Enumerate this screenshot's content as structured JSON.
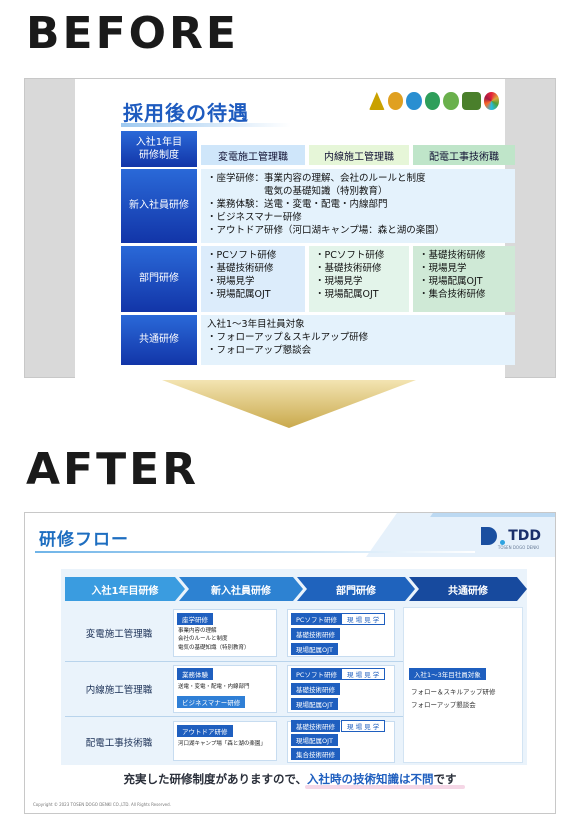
{
  "headings": {
    "before": "BEFORE",
    "after": "AFTER"
  },
  "before": {
    "title": "採用後の待遇",
    "corner_label": [
      "入社1年目",
      "研修制度"
    ],
    "columns": [
      "変電施工管理職",
      "内線施工管理職",
      "配電工事技術職"
    ],
    "rows": {
      "new_hire": {
        "label": "新入社員研修",
        "lines": [
          "・座学研修：事業内容の理解、会社のルールと制度",
          "　　　　　　電気の基礎知識（特別教育）",
          "・業務体験：送電・変電・配電・内線部門",
          "・ビジネスマナー研修",
          "・アウトドア研修（河口湖キャンプ場：森と湖の楽園）"
        ]
      },
      "dept": {
        "label": "部門研修",
        "col1": [
          "・PCソフト研修",
          "・基礎技術研修",
          "・現場見学",
          "・現場配属OJT"
        ],
        "col2": [
          "・PCソフト研修",
          "・基礎技術研修",
          "・現場見学",
          "・現場配属OJT"
        ],
        "col3": [
          "・基礎技術研修",
          "・現場見学",
          "・現場配属OJT",
          "・集合技術研修"
        ]
      },
      "common": {
        "label": "共通研修",
        "lines": [
          "入社1～3年目社員対象",
          "・フォローアップ＆スキルアップ研修",
          "・フォローアップ懇談会"
        ]
      }
    }
  },
  "after": {
    "title": "研修フロー",
    "logo_text": "TDD",
    "logo_sub": "TOSEN DOGO DENKI",
    "steps": [
      "入社1年目研修",
      "新入社員研修",
      "部門研修",
      "共通研修"
    ],
    "rows": [
      "変電施工管理職",
      "内線施工管理職",
      "配電工事技術職"
    ],
    "new_hire": {
      "row1_tag": "座学研修",
      "row1_notes": [
        "事業内容の理解",
        "会社のルールと制度",
        "電気の基礎知識（特別教育）"
      ],
      "row2_tag": "業務体験",
      "row2_note": "送電・変電・配電・内線部門",
      "row2_tag2": "ビジネスマナー研修",
      "row3_tag": "アウトドア研修",
      "row3_note": "河口湖キャンプ場「森と湖の楽園」"
    },
    "dept": {
      "r1": [
        "PCソフト研修",
        "現 場 見 学",
        "基礎技術研修",
        "現場配属OJT"
      ],
      "r2": [
        "PCソフト研修",
        "現 場 見 学",
        "基礎技術研修",
        "現場配属OJT"
      ],
      "r3": [
        "基礎技術研修",
        "現 場 見 学",
        "現場配属OJT",
        "集合技術研修"
      ]
    },
    "common": {
      "tag": "入社1～3年目社員対象",
      "line1": "フォロー＆スキルアップ研修",
      "line2": "フォローアップ懇談会"
    },
    "bottom_text_a": "充実した研修制度がありますので、",
    "bottom_text_b": "入社時の技術知識は不問",
    "bottom_text_c": "です",
    "copyright": "Copyright © 2023 TOSEN DOGO DENKI CO.,LTD. All Rights Reserved."
  },
  "colors": {
    "accent_blue": "#1f5fbf",
    "col_bg_1": "#dcecfb",
    "col_bg_2": "#e3f4ea",
    "col_bg_3": "#cfe9d6",
    "step_1": "#3a9ce0",
    "step_2": "#2d82d2",
    "step_3": "#1f63bd",
    "step_4": "#174a9e"
  }
}
